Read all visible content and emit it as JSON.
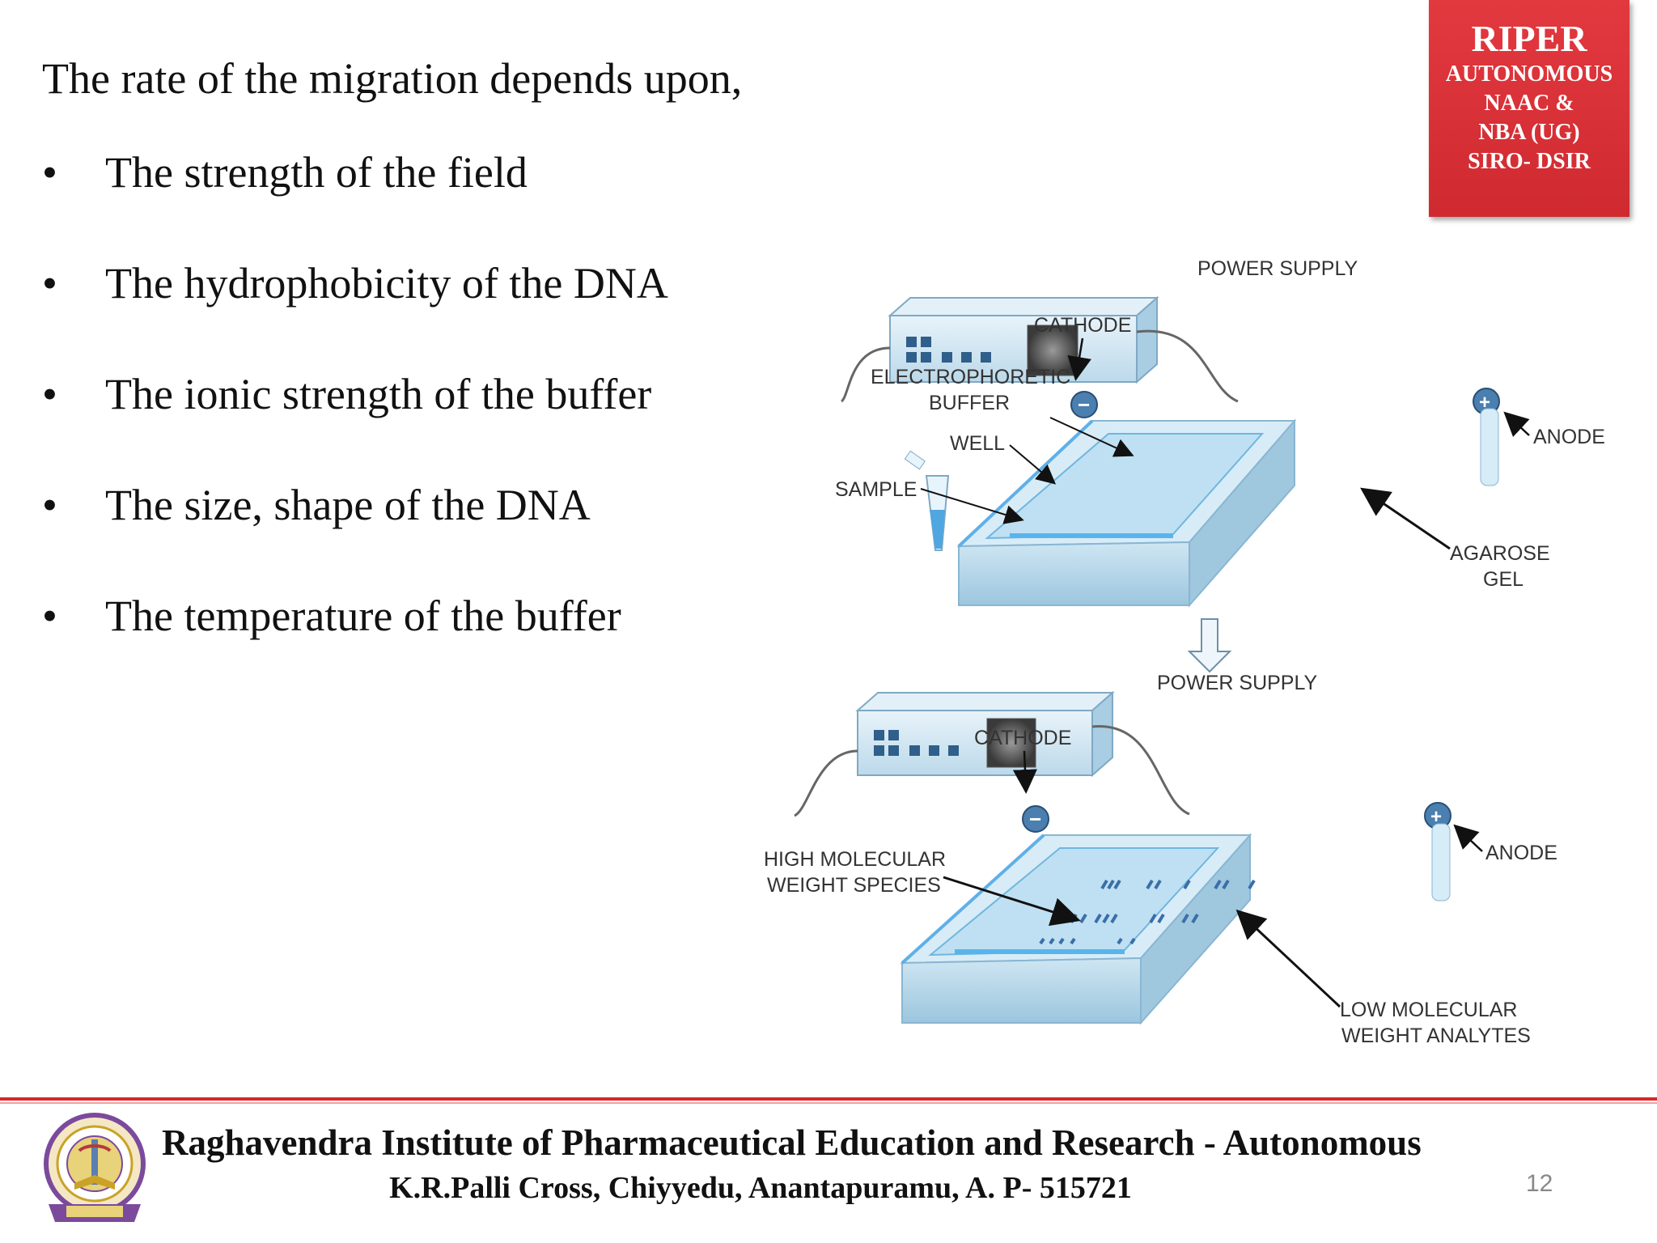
{
  "heading": "The rate of the migration depends upon,",
  "bullet_char": "•",
  "bullets": [
    "The strength of the field",
    "The hydrophobicity of the DNA",
    "The ionic strength of the buffer",
    "The size, shape of the DNA",
    "The temperature of the buffer"
  ],
  "badge": {
    "title": "RIPER",
    "lines": [
      "AUTONOMOUS",
      "NAAC &",
      "NBA (UG)",
      "SIRO- DSIR"
    ],
    "color": "#d9262c"
  },
  "diagram": {
    "top": {
      "power_supply": "POWER SUPPLY",
      "cathode": "CATHODE",
      "buffer_line1": "ELECTROPHORETIC",
      "buffer_line2": "BUFFER",
      "well": "WELL",
      "sample": "SAMPLE",
      "anode": "ANODE",
      "gel_line1": "AGAROSE",
      "gel_line2": "GEL"
    },
    "bottom": {
      "power_supply": "POWER SUPPLY",
      "cathode": "CATHODE",
      "anode": "ANODE",
      "high_line1": "HIGH MOLECULAR",
      "high_line2": "WEIGHT SPECIES",
      "low_line1": "LOW MOLECULAR",
      "low_line2": "WEIGHT ANALYTES"
    },
    "minus_sign": "−",
    "plus_sign": "+"
  },
  "footer": {
    "institute": "Raghavendra Institute of Pharmaceutical Education and Research - Autonomous",
    "address": "K.R.Palli Cross, Chiyyedu, Anantapuramu, A. P- 515721",
    "page_number": "12",
    "accent_color": "#d9262c"
  }
}
